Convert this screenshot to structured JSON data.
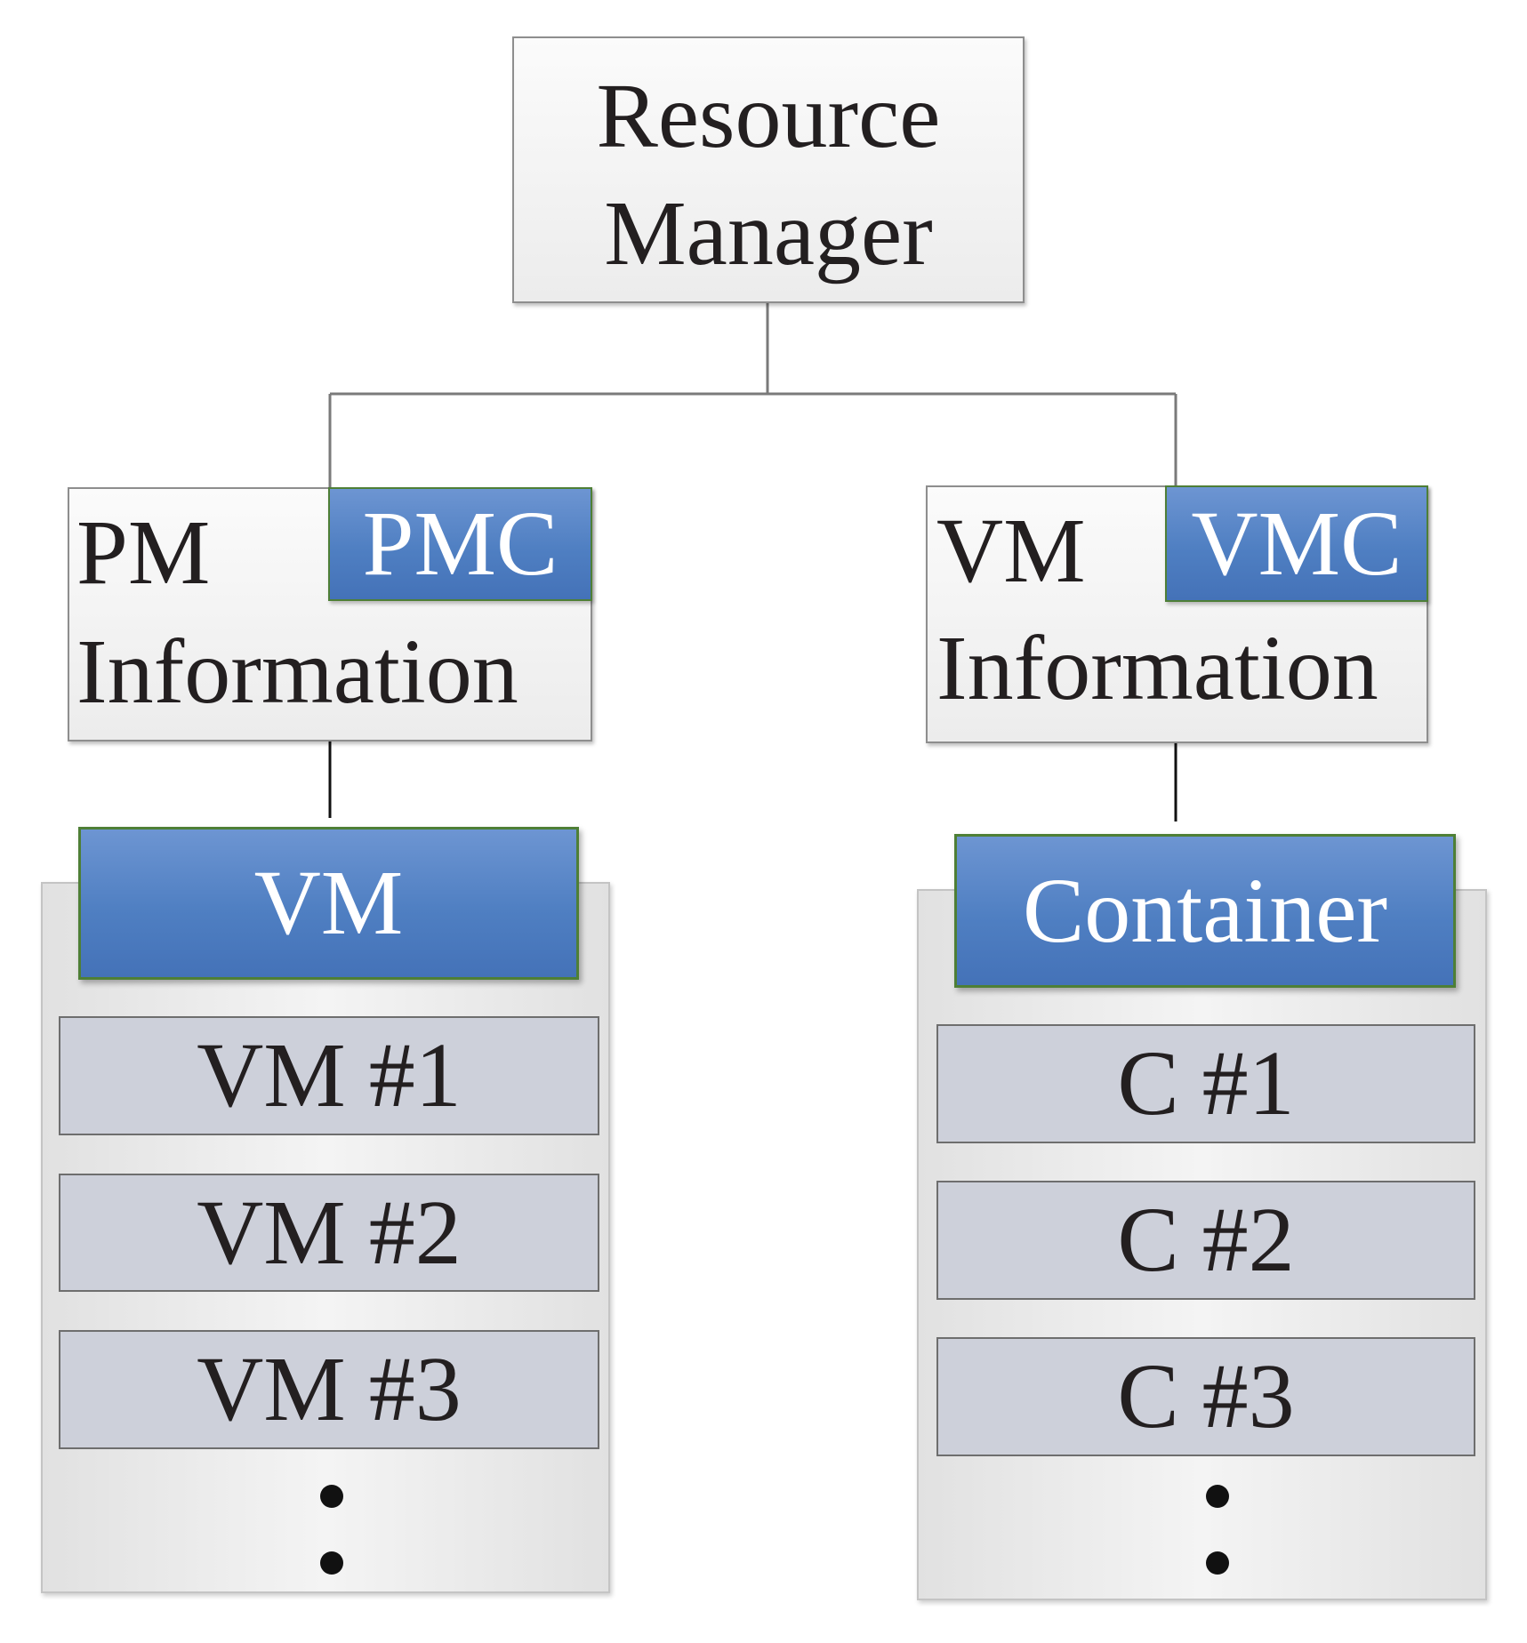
{
  "root": {
    "label_line1": "Resource",
    "label_line2": "Manager"
  },
  "left": {
    "info_line1": "PM",
    "info_line2": "Information",
    "tag": "PMC",
    "group_header": "VM",
    "items": [
      "VM #1",
      "VM #2",
      "VM #3"
    ]
  },
  "right": {
    "info_line1": "VM",
    "info_line2": "Information",
    "tag": "VMC",
    "group_header": "Container",
    "items": [
      "C #1",
      "C #2",
      "C #3"
    ]
  },
  "colors": {
    "accent_blue": "#4f7fc2",
    "tag_border_green": "#4e7f36",
    "item_fill": "#cdd0da",
    "node_border": "#8e8e8e"
  }
}
